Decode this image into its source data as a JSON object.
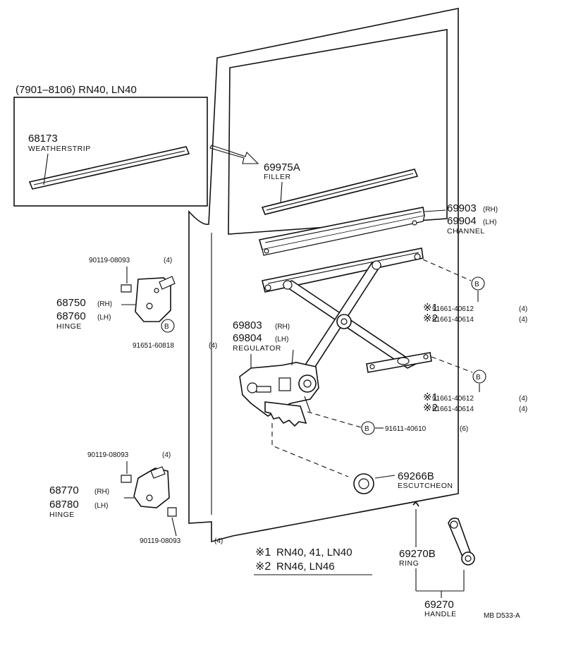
{
  "inset": {
    "title": "(7901–8106) RN40, LN40",
    "part_no": "68173",
    "part_name": "WEATHERSTRIP"
  },
  "filler": {
    "part_no": "69975A",
    "name": "FILLER"
  },
  "channel": {
    "rh": "69903",
    "lh": "69904",
    "rh_tag": "(RH)",
    "lh_tag": "(LH)",
    "name": "CHANNEL"
  },
  "upper_hinge": {
    "bolt": "90119-08093",
    "bolt_qty": "(4)",
    "rh": "68750",
    "lh": "68760",
    "rh_tag": "(RH)",
    "lh_tag": "(LH)",
    "name": "HINGE",
    "bolt2": "91651-60818",
    "bolt2_qty": "(4)",
    "marker": "B"
  },
  "regulator": {
    "rh": "69803",
    "lh": "69804",
    "rh_tag": "(RH)",
    "lh_tag": "(LH)",
    "name": "REGULATOR"
  },
  "bolts_a": {
    "marker": "B",
    "mark1": "※1",
    "mark2": "※2",
    "pn1": "91661-40612",
    "pn2": "91661-40614",
    "qty1": "(4)",
    "qty2": "(4)"
  },
  "bolts_b": {
    "marker": "B",
    "mark1": "※1",
    "mark2": "※2",
    "pn1": "91661-40612",
    "pn2": "91661-40614",
    "qty1": "(4)",
    "qty2": "(4)"
  },
  "bolt_c": {
    "marker": "B",
    "pn": "91611-40610",
    "qty": "(6)"
  },
  "escutcheon": {
    "part_no": "69266B",
    "name": "ESCUTCHEON"
  },
  "lower_hinge": {
    "bolt": "90119-08093",
    "bolt_qty": "(4)",
    "rh": "68770",
    "lh": "68780",
    "rh_tag": "(RH)",
    "lh_tag": "(LH)",
    "name": "HINGE",
    "bolt2": "90119-08093",
    "bolt2_qty": "(4)"
  },
  "legend": {
    "mark1": "※1",
    "text1": "RN40, 41, LN40",
    "mark2": "※2",
    "text2": "RN46, LN46"
  },
  "ring": {
    "part_no": "69270B",
    "name": "RING"
  },
  "handle": {
    "part_no": "69270",
    "name": "HANDLE"
  },
  "diagram_code": "MB D533-A"
}
